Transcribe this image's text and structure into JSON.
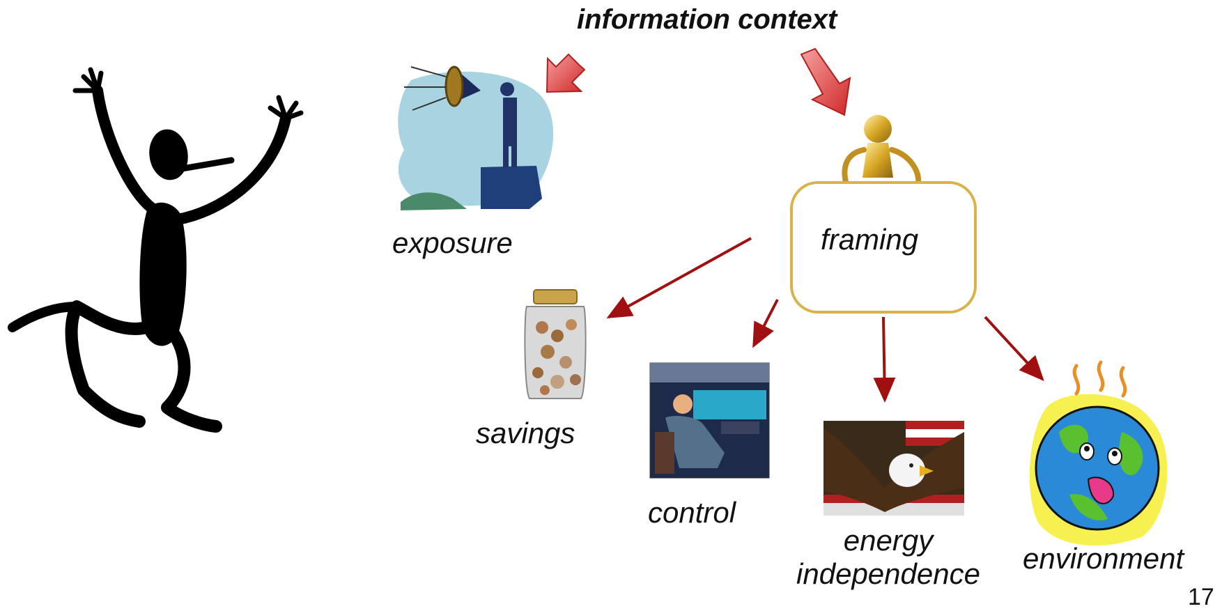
{
  "title": "information context",
  "labels": {
    "exposure": "exposure",
    "framing": "framing",
    "savings": "savings",
    "control": "control",
    "energy_line1": "energy",
    "energy_line2": "independence",
    "environment": "environment"
  },
  "page_number": "17",
  "colors": {
    "input_arrow": "#e04848",
    "output_arrow": "#a01010",
    "frame_border": "#d9b24a"
  }
}
